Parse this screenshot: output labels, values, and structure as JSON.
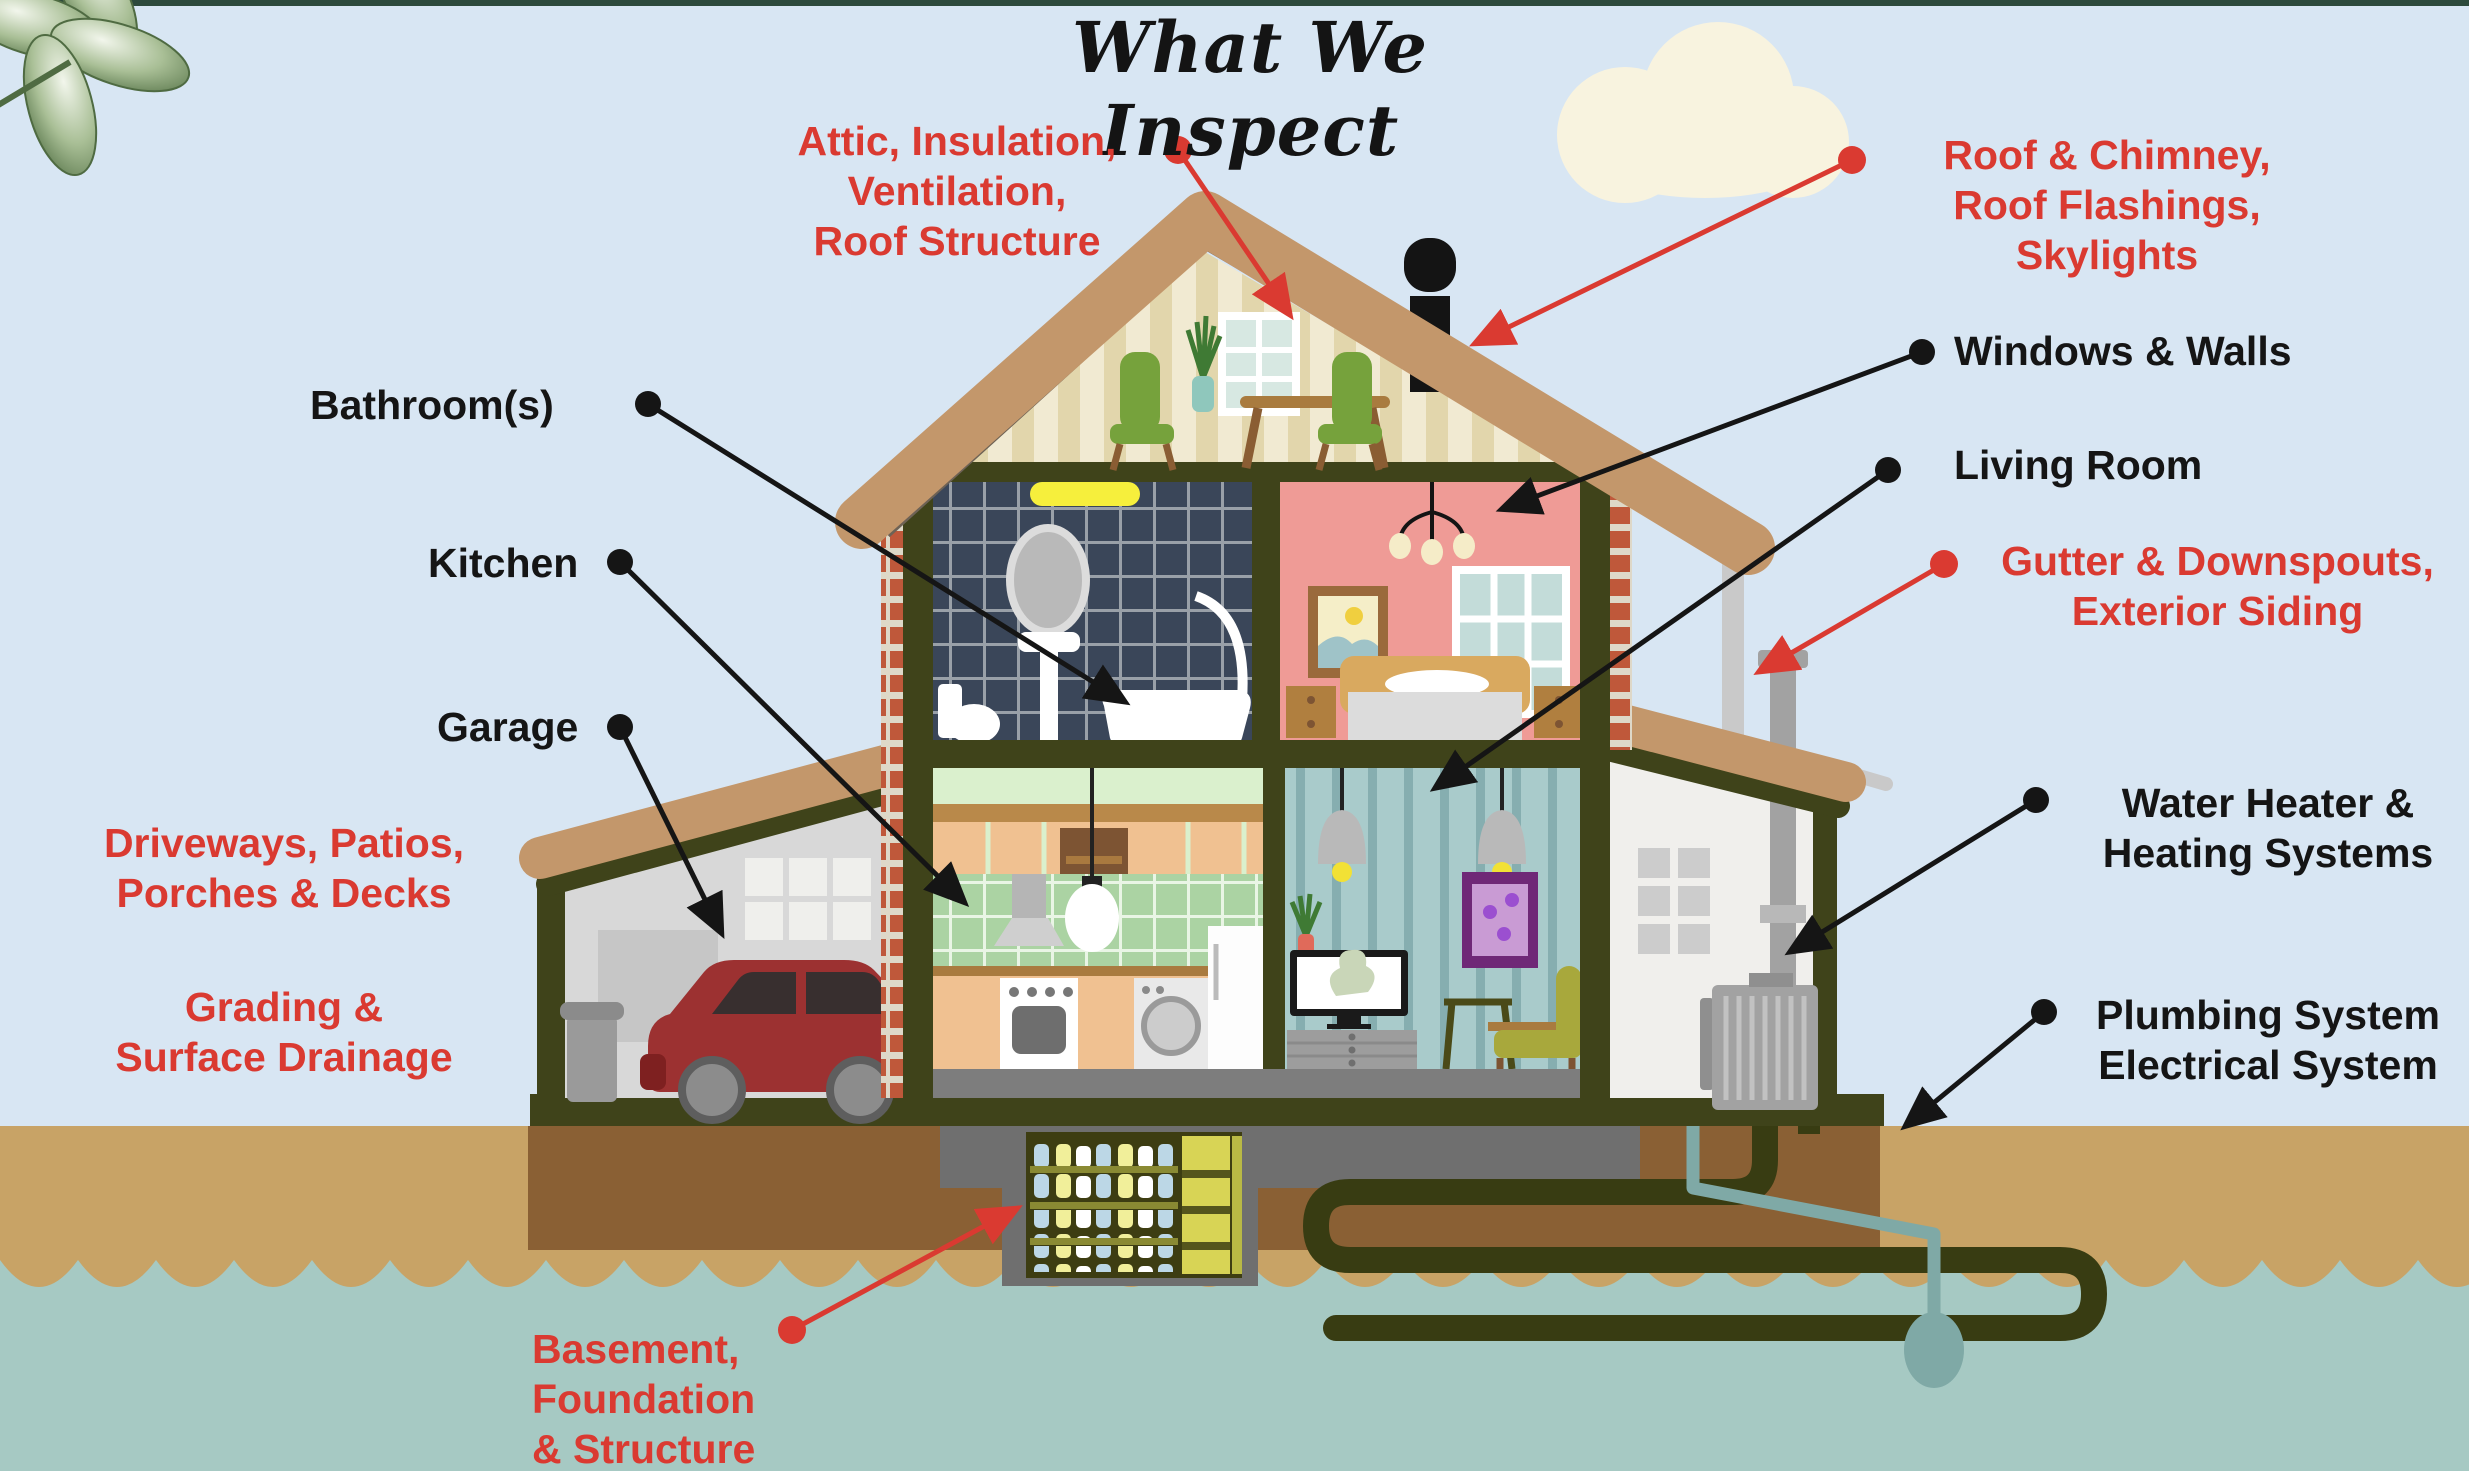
{
  "title": "What We Inspect",
  "labels": {
    "attic": {
      "text": "Attic, Insulation,\nVentilation,\nRoof Structure",
      "color": "#da3a31"
    },
    "roof_chimney": {
      "text": "Roof & Chimney,\nRoof Flashings,\nSkylights",
      "color": "#da3a31"
    },
    "windows_walls": {
      "text": "Windows & Walls",
      "color": "#151515"
    },
    "living_room": {
      "text": "Living Room",
      "color": "#151515"
    },
    "gutter_siding": {
      "text": "Gutter & Downspouts,\nExterior Siding",
      "color": "#da3a31"
    },
    "bathrooms": {
      "text": "Bathroom(s)",
      "color": "#151515"
    },
    "kitchen": {
      "text": "Kitchen",
      "color": "#151515"
    },
    "garage": {
      "text": "Garage",
      "color": "#151515"
    },
    "driveways_patios": {
      "text": "Driveways, Patios,\nPorches & Decks",
      "color": "#da3a31"
    },
    "grading_drainage": {
      "text": "Grading &\nSurface Drainage",
      "color": "#da3a31"
    },
    "water_heater": {
      "text": "Water Heater &\nHeating Systems",
      "color": "#151515"
    },
    "plumbing_electrical": {
      "text": "Plumbing System\nElectrical System",
      "color": "#151515"
    },
    "basement_foundation": {
      "text": "Basement,\nFoundation\n& Structure",
      "color": "#da3a31"
    }
  },
  "colors": {
    "accent_red": "#da3a31",
    "label_black": "#151515",
    "sky": "#d8e6f3",
    "ground_tan": "#c8a366",
    "soil_brown": "#8a6034",
    "water_teal": "#a6c9c3",
    "roof_tan": "#c3976b",
    "frame_olive": "#3f431a",
    "bedroom_pink": "#ef9b96",
    "bathroom_navy": "#3a4659",
    "kitchen_green": "#abd3a3",
    "living_teal": "#a9cbcb",
    "cloud_cream": "#f8f3df"
  }
}
